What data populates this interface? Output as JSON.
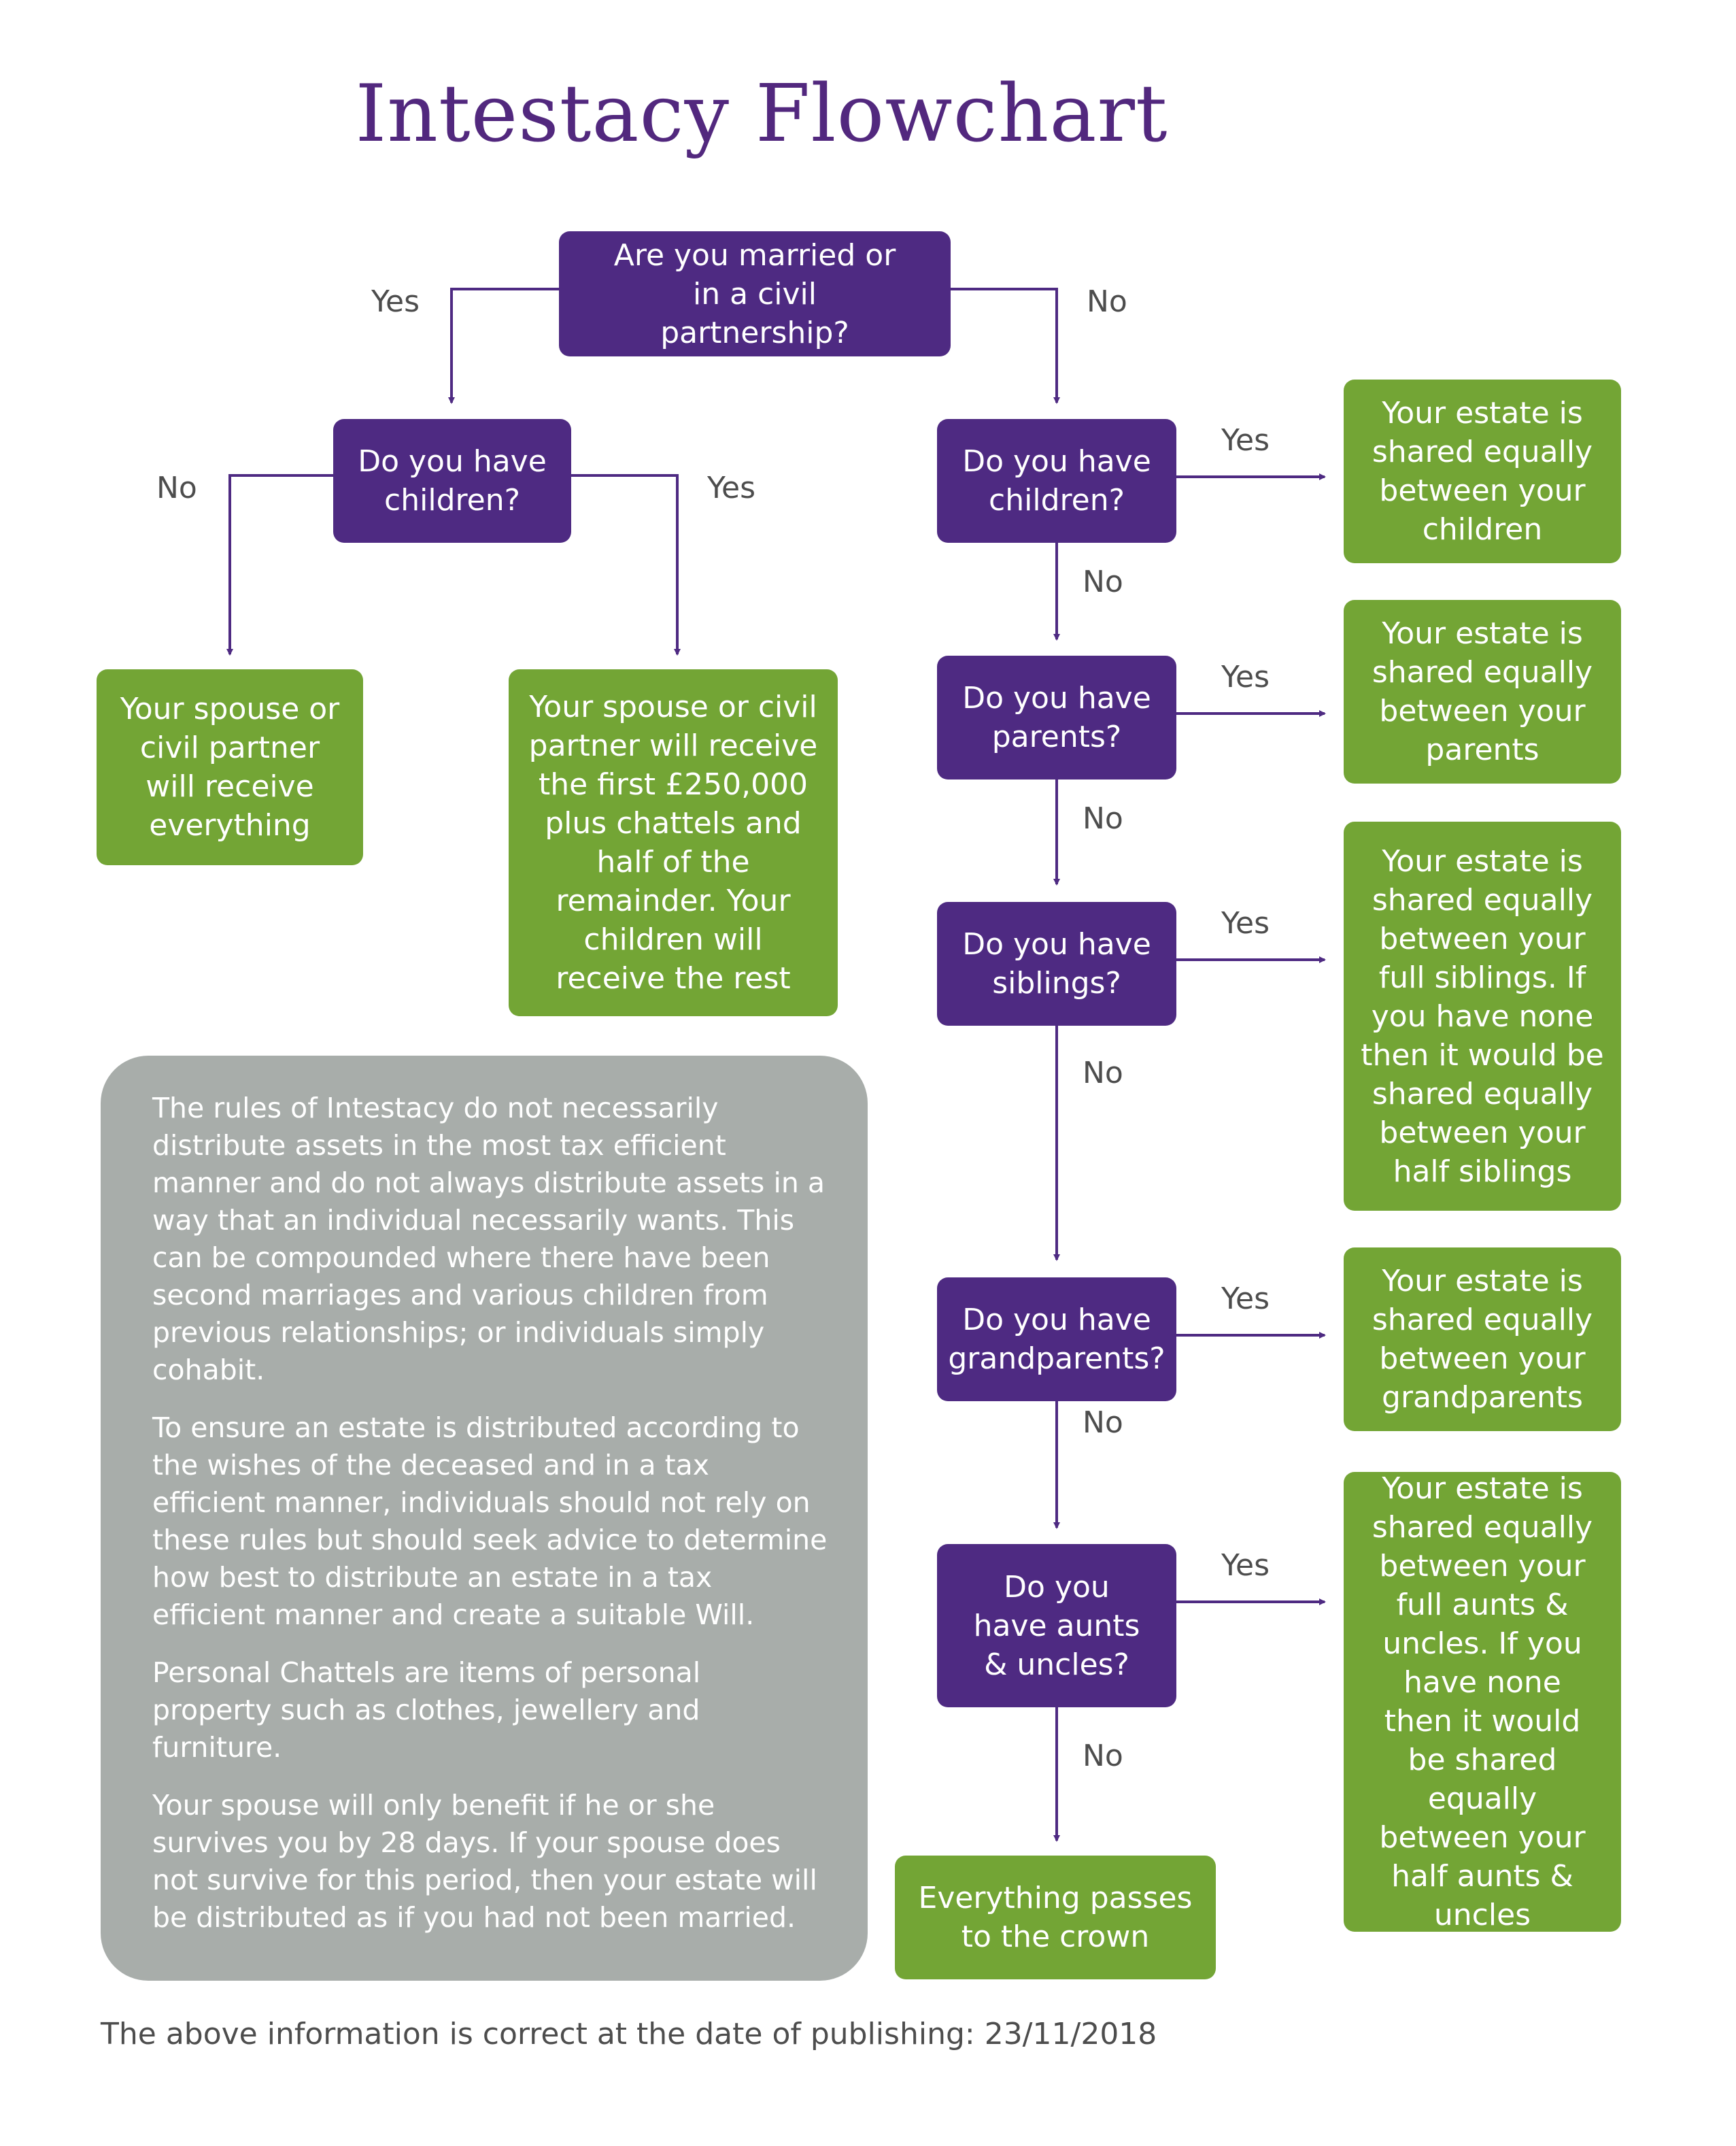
{
  "title": "Intestacy Flowchart",
  "questions": {
    "married": "Are you married or in a civil partnership?",
    "children_married": "Do you have children?",
    "children": "Do you have children?",
    "parents": "Do you have parents?",
    "siblings": "Do you have siblings?",
    "grandparents": "Do you have grandparents?",
    "aunts_uncles": "Do you have aunts & uncles?"
  },
  "outcomes": {
    "spouse_everything": "Your spouse or civil partner will receive everything",
    "spouse_and_children": "Your spouse or civil partner will receive the first £250,000 plus chattels and half of the remainder. Your children will receive the rest",
    "children": "Your estate is shared equally between your children",
    "parents": "Your estate is shared equally between your parents",
    "siblings": "Your estate is shared equally between your full siblings. If you have none then it would be shared equally between your half siblings",
    "grandparents": "Your estate is shared equally between your grandparents",
    "aunts_uncles": "Your estate is shared equally between your full aunts & uncles. If you have none then it would be shared equally between your half aunts & uncles",
    "crown": "Everything passes to the crown"
  },
  "labels": {
    "yes": "Yes",
    "no": "No"
  },
  "notes": [
    "The rules of Intestacy do not necessarily distribute assets in the most tax efficient manner and do not always distribute assets in a way that an individual necessarily wants. This can be compounded where there have been second marriages and various children from previous relationships; or individuals simply cohabit.",
    "To ensure an estate is distributed according to the wishes of the deceased and in a tax efficient manner, individuals should not rely on these rules but should seek advice to determine how best to distribute an estate in a tax efficient manner and create a suitable Will.",
    "Personal Chattels are items of personal property such as clothes, jewellery and furniture.",
    "Your spouse will only benefit if he or she survives you by 28 days. If your spouse does not survive for this period, then your estate will be distributed as if you had not been married."
  ],
  "footer": "The above information is correct at the date of publishing: 23/11/2018",
  "colors": {
    "question": "#4e2a82",
    "outcome": "#73a535",
    "note": "#a8adaa",
    "title": "#52287e"
  }
}
